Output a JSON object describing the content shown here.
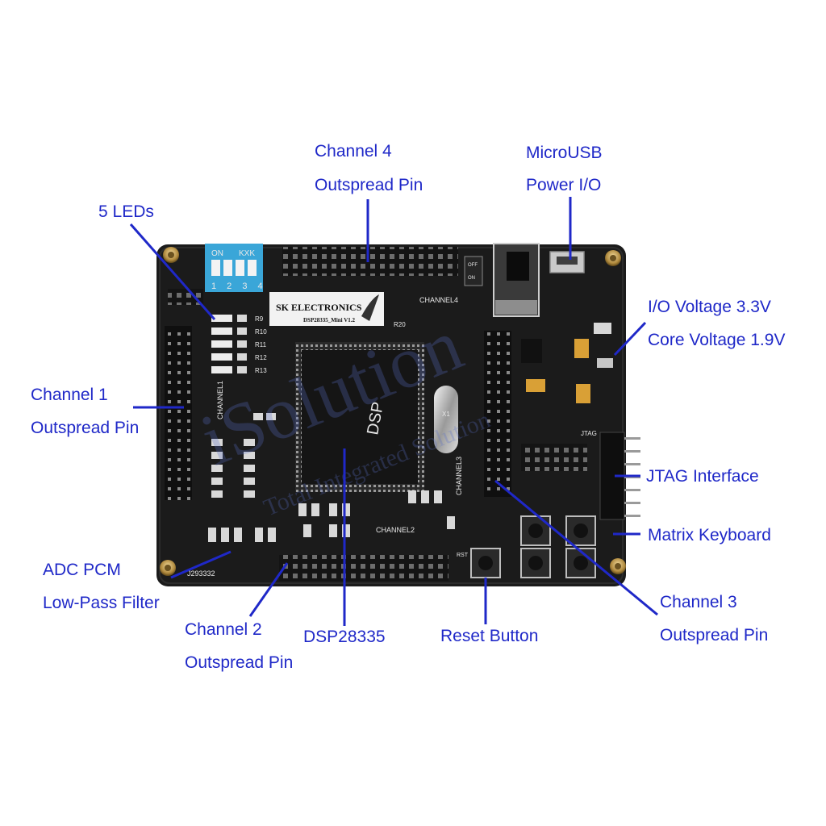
{
  "labels": {
    "channel4_a": "Channel 4",
    "channel4_b": "Outspread Pin",
    "microusb_a": "MicroUSB",
    "microusb_b": "Power I/O",
    "leds": "5 LEDs",
    "voltage_a": "I/O Voltage 3.3V",
    "voltage_b": "Core Voltage 1.9V",
    "channel1_a": "Channel 1",
    "channel1_b": "Outspread Pin",
    "jtag": "JTAG Interface",
    "keyboard": "Matrix Keyboard",
    "adc_a": "ADC PCM",
    "adc_b": "Low-Pass Filter",
    "channel3_a": "Channel 3",
    "channel3_b": "Outspread Pin",
    "channel2_a": "Channel 2",
    "channel2_b": "Outspread Pin",
    "dsp": "DSP28335",
    "reset": "Reset Button"
  },
  "board": {
    "brand": "SK ELECTRONICS",
    "model": "DSP28335_Mini V1.2",
    "serial": "J293332",
    "silk_channel1": "CHANNEL1",
    "silk_channel2": "CHANNEL2",
    "silk_channel3": "CHANNEL3",
    "silk_channel4": "CHANNEL4",
    "silk_jtag": "JTAG",
    "silk_on": "ON",
    "silk_kxk": "KXK",
    "silk_dip_numbers": "1 2 3 4",
    "silk_off": "OFF",
    "silk_on_switch": "ON",
    "silk_dsp": "DSP",
    "silk_x1": "X1",
    "silk_reset": "RST",
    "silk_led_refs": [
      "R9",
      "R10",
      "R11",
      "R12",
      "R13"
    ],
    "silk_r20": "R20"
  },
  "watermark": {
    "main": "iSolution",
    "sub": "Total Integrated Solution"
  },
  "colors": {
    "label_text": "#1f28c8",
    "pcb": "#1b1b1b",
    "dip_switch": "#3aa6d8",
    "brand_plate": "#f2f2f2"
  }
}
